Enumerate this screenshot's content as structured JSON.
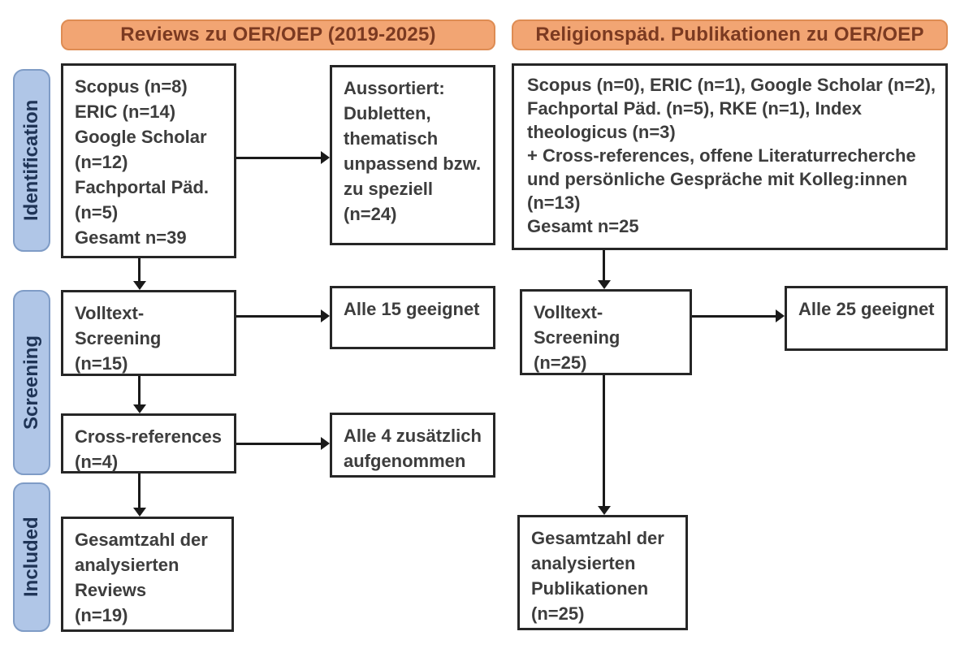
{
  "palette": {
    "orange_fill": "#F2A573",
    "orange_border": "#DE8C53",
    "orange_text": "#7B3A21",
    "blue_fill": "#B0C6E7",
    "blue_border": "#7F9CC6",
    "blue_text": "#1F3456",
    "box_border": "#262626",
    "box_text": "#3D3D3D",
    "arrow": "#1A1A1A",
    "background": "#FFFFFF"
  },
  "column_headers": {
    "left": "Reviews zu OER/OEP (2019-2025)",
    "right": "Religionspäd. Publikationen zu OER/OEP"
  },
  "stages": {
    "identification": "Identification",
    "screening": "Screening",
    "included": "Included"
  },
  "left_column": {
    "sources": {
      "lines": [
        "Scopus (n=8)",
        "ERIC (n=14)",
        "Google Scholar",
        "(n=12)",
        "Fachportal Päd.",
        "(n=5)",
        "Gesamt n=39"
      ]
    },
    "sorted_out": {
      "lines": [
        "Aussortiert:",
        "Dubletten,",
        "thematisch",
        "unpassend bzw.",
        "zu speziell",
        "(n=24)"
      ]
    },
    "fulltext_screening": {
      "lines": [
        "Volltext-",
        "Screening",
        "(n=15)"
      ]
    },
    "fulltext_result": {
      "lines": [
        "Alle 15 geeignet"
      ]
    },
    "cross_references": {
      "lines": [
        "Cross-references",
        "(n=4)"
      ]
    },
    "cross_references_result": {
      "lines": [
        "Alle 4 zusätzlich",
        "aufgenommen"
      ]
    },
    "included_total": {
      "lines": [
        "Gesamtzahl der",
        "analysierten",
        "Reviews",
        "(n=19)"
      ]
    }
  },
  "right_column": {
    "sources": {
      "lines": [
        "Scopus (n=0), ERIC (n=1), Google Scholar (n=2),",
        "Fachportal Päd. (n=5), RKE (n=1), Index",
        "theologicus (n=3)",
        "+ Cross-references, offene Literaturrecherche",
        "und persönliche Gespräche mit Kolleg:innen",
        "(n=13)",
        "Gesamt n=25"
      ]
    },
    "fulltext_screening": {
      "lines": [
        "Volltext-",
        "Screening",
        "(n=25)"
      ]
    },
    "fulltext_result": {
      "lines": [
        "Alle 25 geeignet"
      ]
    },
    "included_total": {
      "lines": [
        "Gesamtzahl der",
        "analysierten",
        "Publikationen",
        "(n=25)"
      ]
    }
  }
}
